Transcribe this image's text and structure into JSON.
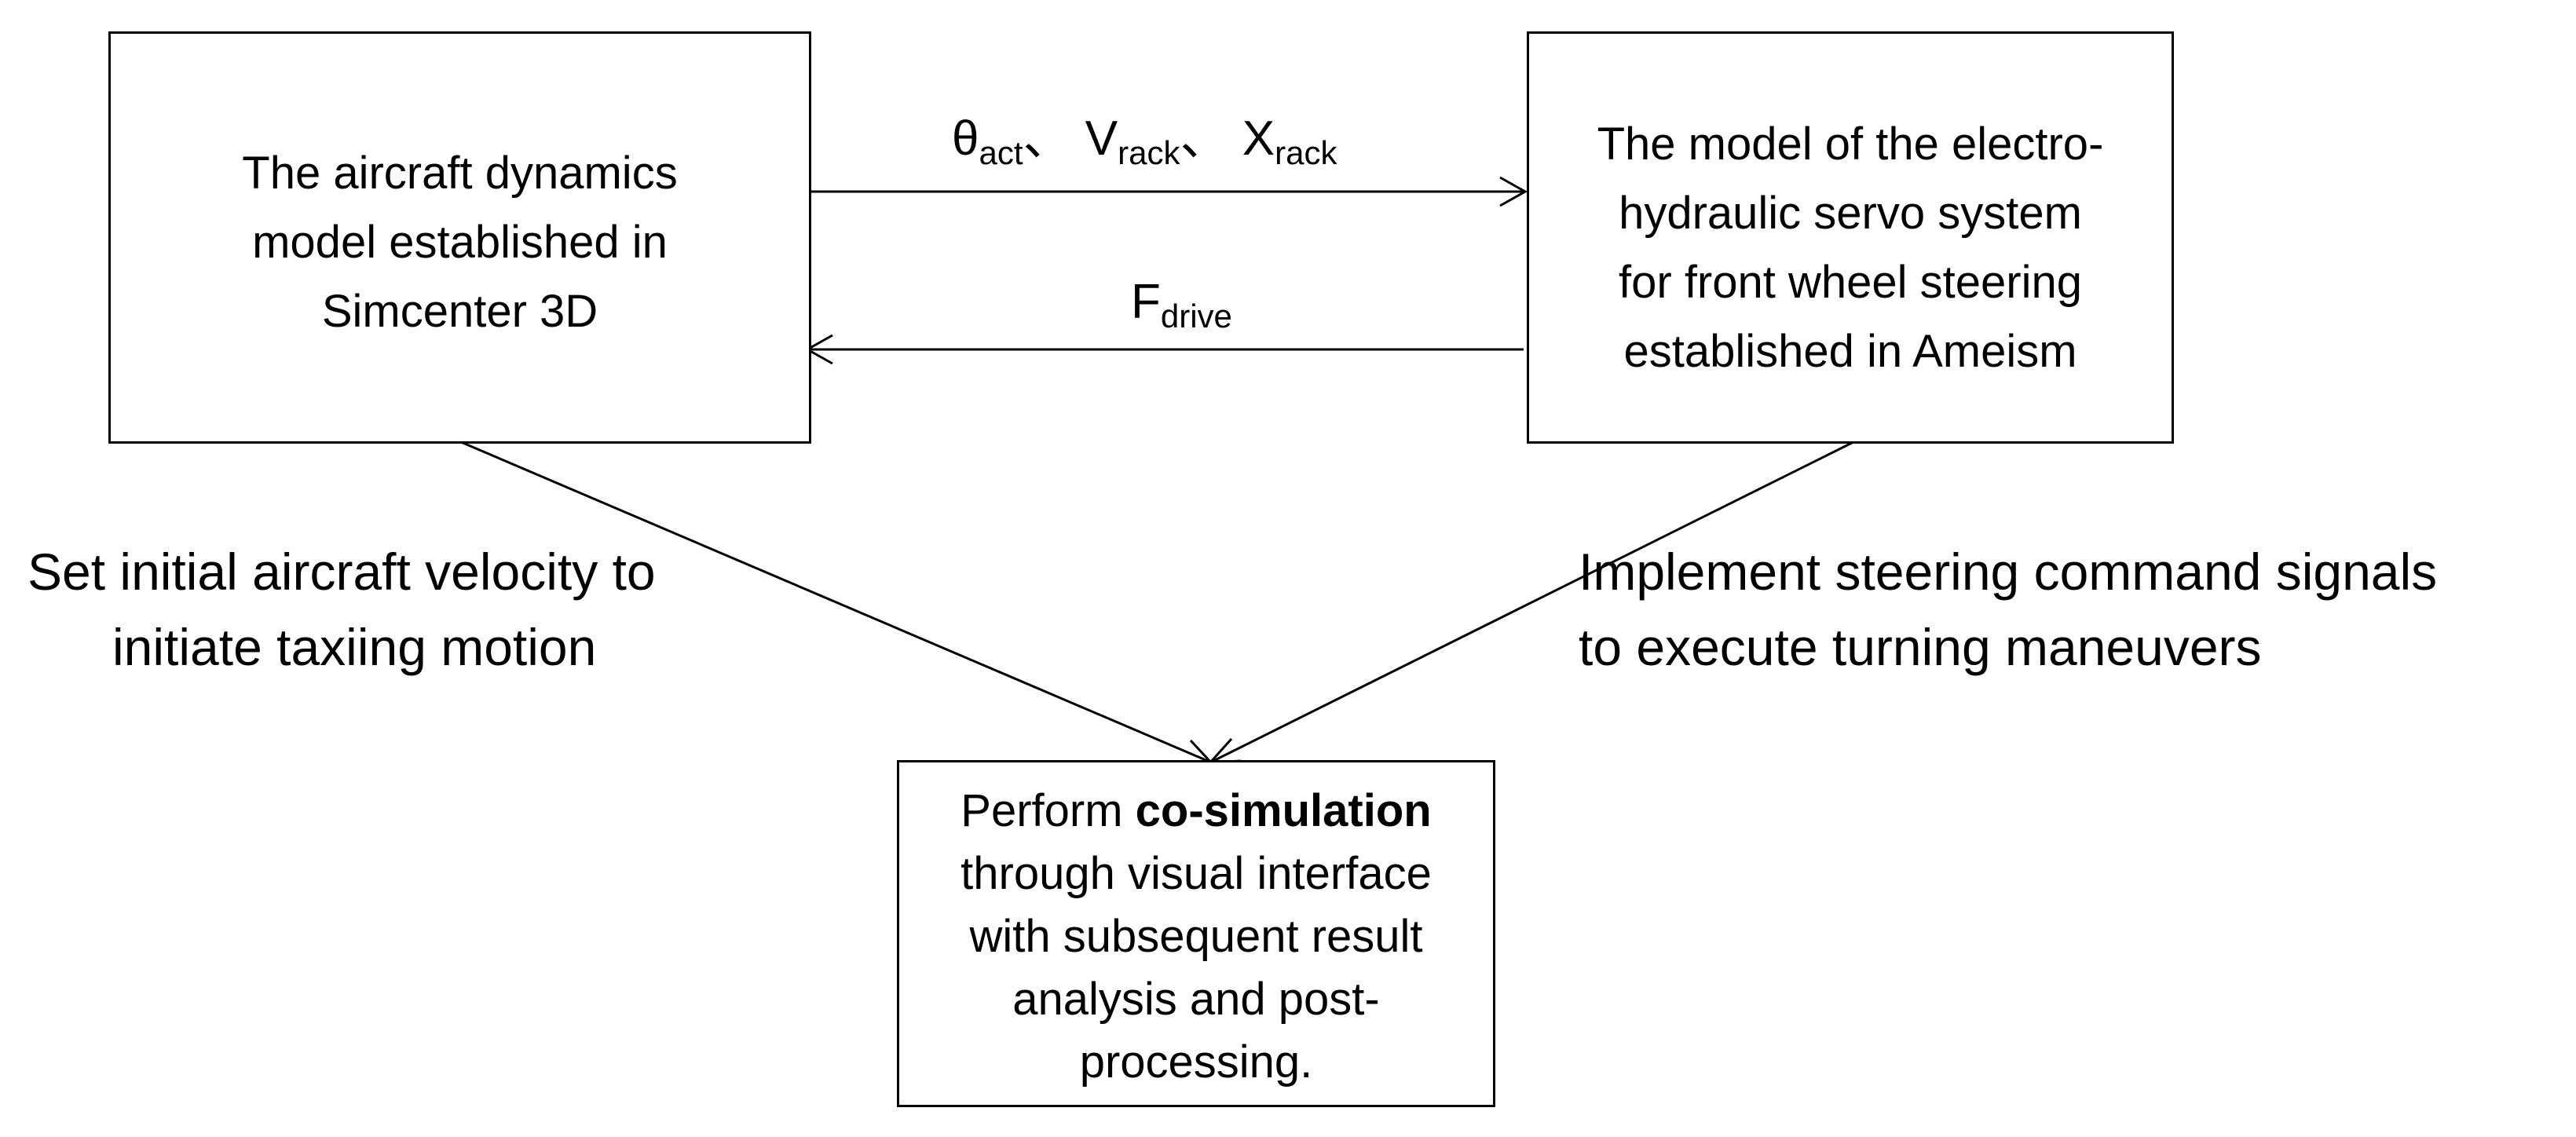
{
  "boxes": {
    "aircraft_model": {
      "lines": [
        "The aircraft dynamics",
        "model established in",
        "Simcenter 3D"
      ]
    },
    "servo_model": {
      "lines": [
        "The model of the electro-",
        "hydraulic servo system",
        "for front wheel steering",
        "established in Ameism"
      ]
    },
    "cosim": {
      "line1_prefix": "Perform ",
      "line1_bold": "co-simulation",
      "lines_rest": [
        "through visual interface",
        "with subsequent result",
        "analysis and post-",
        "processing."
      ]
    }
  },
  "arrows": {
    "forward": {
      "symbols": [
        {
          "base": "θ",
          "sub": "act",
          "sep": "、"
        },
        {
          "base": "V",
          "sub": "rack",
          "sep": "、"
        },
        {
          "base": "X",
          "sub": "rack",
          "sep": ""
        }
      ]
    },
    "backward": {
      "base": "F",
      "sub": "drive"
    }
  },
  "notes": {
    "left": [
      "Set initial aircraft velocity to",
      "initiate taxiing motion"
    ],
    "right": [
      "Implement steering command signals",
      "to execute turning maneuvers"
    ]
  },
  "colors": {
    "stroke": "#000000",
    "background": "#ffffff"
  }
}
